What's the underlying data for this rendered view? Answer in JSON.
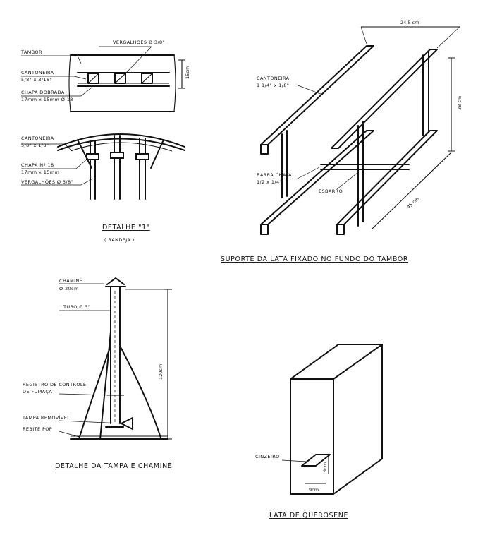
{
  "detail1": {
    "label_tambor": "TAMBOR",
    "label_vergalhoes_top": "VERGALHÕES Ø 3/8\"",
    "label_cantoneira_a": "CANTONEIRA",
    "label_cantoneira_a_size": "5/8\" x 3/16\"",
    "label_chapa_dobrada": "CHAPA DOBRADA",
    "label_chapa_dobrada_size": "17mm x 15mm  Ø 18",
    "dim_15cm": "15cm",
    "label_cantoneira_b": "CANTONEIRA",
    "label_cantoneira_b_size": "5/8\" x 1/8\"",
    "label_chapa_18": "CHAPA Nº 18",
    "label_chapa_18_size": "17mm x 15mm",
    "label_vergalhoes_bottom": "VERGALHÕES Ø 3/8\"",
    "caption": "DETALHE \"1\"",
    "subcaption": "( BANDEJA )"
  },
  "support": {
    "dim_width": "24,5 cm",
    "dim_height": "38 cm",
    "dim_depth": "45 cm",
    "label_cantoneira": "CANTONEIRA",
    "label_cantoneira_size": "1 1/4\" x 1/8\"",
    "label_barra": "BARRA CHATA",
    "label_barra_size": "1/2 x 1/4\"",
    "label_esbarro": "ESBARRO",
    "caption": "SUPORTE DA LATA FIXADO NO FUNDO DO TAMBOR"
  },
  "chimney": {
    "label_chamine": "CHAMINÉ",
    "label_chamine_size": "Ø 20cm",
    "label_tubo": "TUBO Ø 3\"",
    "dim_height": "120cm",
    "label_registro": "REGISTRO DE CONTROLE",
    "label_registro_2": "DE FUMAÇA",
    "label_tampa": "TAMPA REMOVÍVEL",
    "label_rebite": "REBITE POP",
    "caption": "DETALHE DA TAMPA E CHAMINÉ"
  },
  "can": {
    "label_cinzeiro": "CINZEIRO",
    "dim_h": "9cm",
    "dim_w": "9cm",
    "caption": "LATA DE QUEROSENE"
  }
}
